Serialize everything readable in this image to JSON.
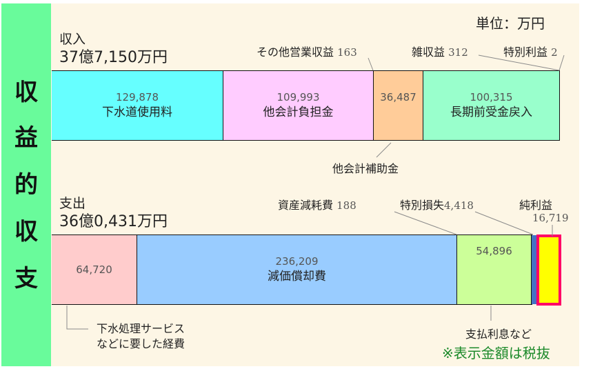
{
  "title_vertical": [
    "収",
    "益",
    "的",
    "収",
    "支"
  ],
  "unit_label": "単位：万円",
  "note": "※表示金額は税抜",
  "income": {
    "label": "収入",
    "total": "37億7,150万円",
    "segments": [
      {
        "name": "下水道使用料",
        "value": "129,878",
        "color": "#66ffff"
      },
      {
        "name": "他会計負担金",
        "value": "109,993",
        "color": "#ffccff"
      },
      {
        "name": "",
        "value": "36,487",
        "color": "#ffcc99"
      },
      {
        "name": "長期前受金戻入",
        "value": "100,315",
        "color": "#99ffcc"
      }
    ],
    "callouts": [
      {
        "name": "その他営業収益",
        "value": "163"
      },
      {
        "name": "雑収益",
        "value": "312"
      },
      {
        "name": "特別利益",
        "value": "2"
      },
      {
        "name": "他会計補助金",
        "value": ""
      }
    ]
  },
  "expense": {
    "label": "支出",
    "total": "36億0,431万円",
    "segments": [
      {
        "name": "",
        "value": "64,720",
        "color": "#ffcccc"
      },
      {
        "name": "減価償却費",
        "value": "236,209",
        "color": "#99ccff"
      },
      {
        "name": "",
        "value": "54,896",
        "color": "#ccff99"
      },
      {
        "name": "",
        "value": "",
        "color": "#4472c4"
      },
      {
        "name": "",
        "value": "",
        "color": "#ffff00"
      }
    ],
    "callouts": [
      {
        "name": "資産減耗費",
        "value": "188"
      },
      {
        "name": "特別損失",
        "value": "4,418"
      },
      {
        "name": "純利益",
        "value": "16,719"
      },
      {
        "name": "下水処理サービス",
        "name2": "などに要した経費"
      },
      {
        "name": "支払利息など"
      }
    ],
    "highlight_border": "#ff0066"
  },
  "chart_data": {
    "type": "bar",
    "orientation": "horizontal-stacked",
    "title": "収益的収支",
    "unit": "万円",
    "categories": [
      "収入",
      "支出"
    ],
    "totals": {
      "収入": 377150,
      "支出": 360431
    },
    "series": [
      {
        "category": "収入",
        "items": [
          {
            "name": "下水道使用料",
            "value": 129878
          },
          {
            "name": "他会計負担金",
            "value": 109993
          },
          {
            "name": "その他営業収益",
            "value": 163
          },
          {
            "name": "他会計補助金",
            "value": 36487
          },
          {
            "name": "長期前受金戻入",
            "value": 100315
          },
          {
            "name": "雑収益",
            "value": 312
          },
          {
            "name": "特別利益",
            "value": 2
          }
        ]
      },
      {
        "category": "支出",
        "items": [
          {
            "name": "下水処理サービスなどに要した経費",
            "value": 64720
          },
          {
            "name": "減価償却費",
            "value": 236209
          },
          {
            "name": "資産減耗費",
            "value": 188
          },
          {
            "name": "支払利息など",
            "value": 54896
          },
          {
            "name": "特別損失",
            "value": 4418
          },
          {
            "name": "純利益",
            "value": 16719
          }
        ]
      }
    ],
    "annotations": [
      "単位：万円",
      "※表示金額は税抜"
    ]
  }
}
